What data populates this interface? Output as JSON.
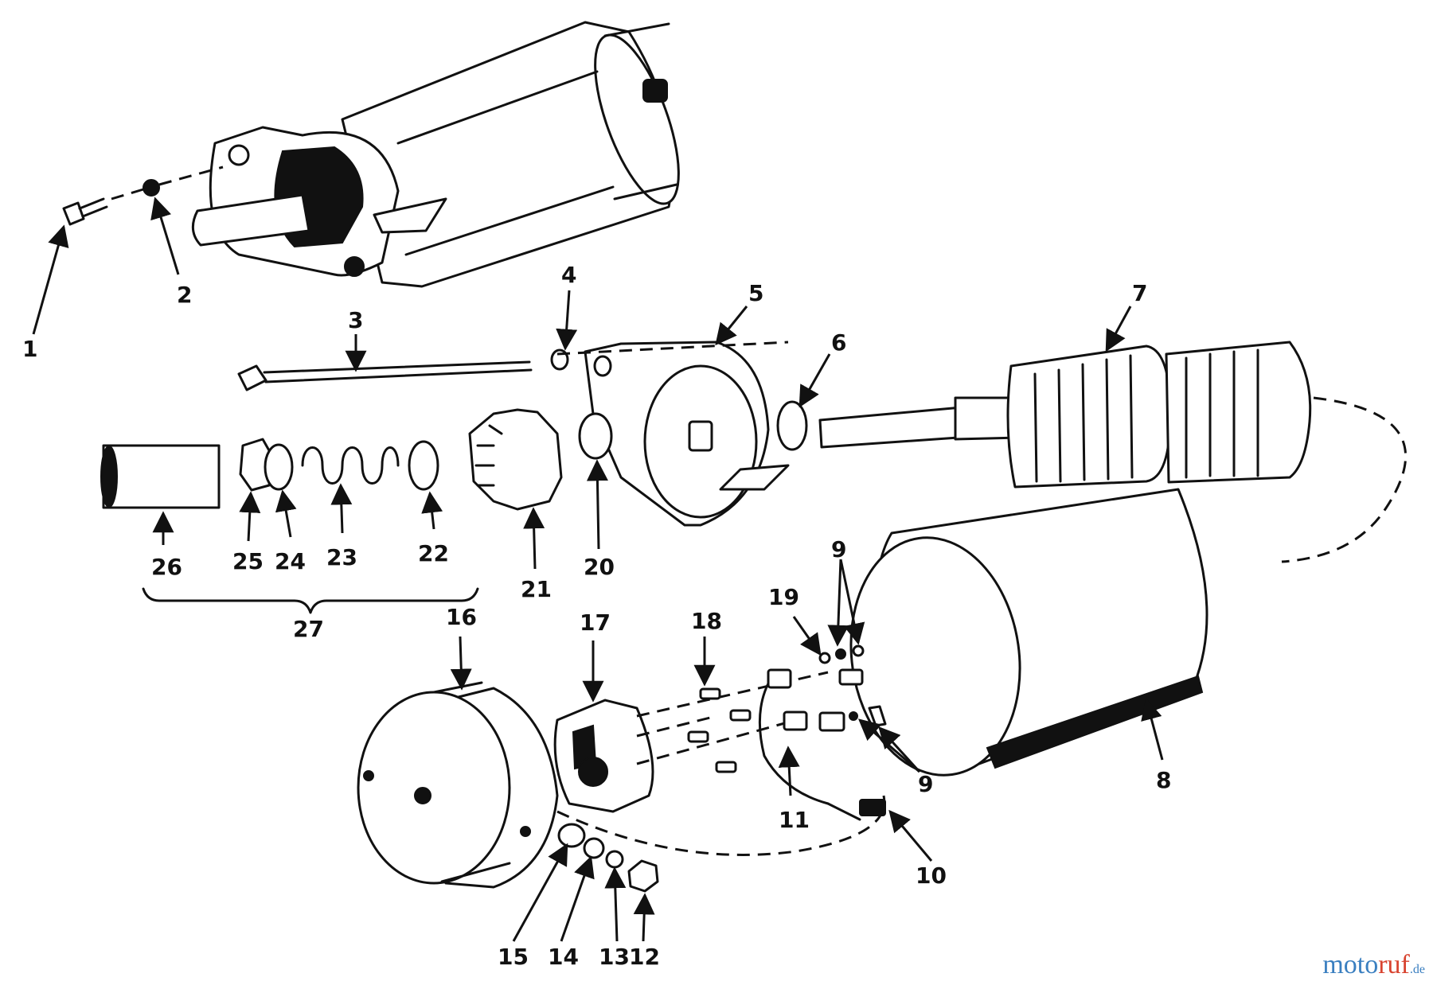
{
  "diagram": {
    "labels": {
      "p1": "1",
      "p2": "2",
      "p3": "3",
      "p4": "4",
      "p5": "5",
      "p6": "6",
      "p7": "7",
      "p8": "8",
      "p9a": "9",
      "p9b": "9",
      "p10": "10",
      "p11": "11",
      "p12": "12",
      "p13": "13",
      "p14": "14",
      "p15": "15",
      "p16": "16",
      "p17": "17",
      "p18": "18",
      "p19": "19",
      "p20": "20",
      "p21": "21",
      "p22": "22",
      "p23": "23",
      "p24": "24",
      "p25": "25",
      "p26": "26",
      "p27": "27"
    }
  },
  "watermark": {
    "brand_a": "moto",
    "brand_b": "ruf",
    "suffix": ".de"
  }
}
